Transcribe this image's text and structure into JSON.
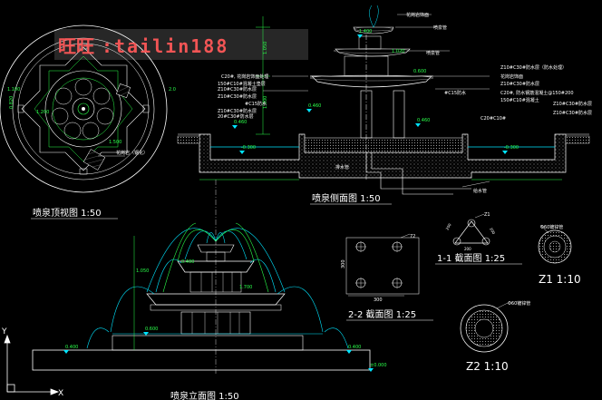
{
  "watermark": {
    "brand": "旺旺",
    "sep": ":",
    "user": "tailin188"
  },
  "views": {
    "top_plan": {
      "title": "喷泉顶视图 1:50",
      "note": "花岗岩（钢化）"
    },
    "side_section": {
      "title": "喷泉侧面图 1:50",
      "notes_left": [
        "C20#, 花岗岩饰面处理",
        "Z10#C30#防水层",
        "Z10#C30#防水层",
        "150#C10#混凝土垫层",
        "Z10#C30#防水层",
        "#C15防水",
        "20#C30#防水层"
      ],
      "notes_right": [
        "Z10#C30#防水层（防水处理）",
        "花岗岩饰面",
        "Z10#C30#防水层",
        "C20#, 防水钢筋混凝土@150#200",
        "150#C10#混凝土",
        "#C15防水",
        "Z10#C30#防水层",
        "C20#C10#",
        "Z10#C30#防水层"
      ],
      "notes_top": [
        "花岗岩饰面",
        "喷泉管",
        "喷泉管"
      ],
      "dims": [
        "1.400",
        "1.020",
        "0.600",
        "0.460",
        "0.460",
        "0.460",
        "-0.300",
        "-0.300",
        "1.050",
        "1.300"
      ]
    },
    "front_elevation": {
      "title": "喷泉立面图 1:50",
      "dims": [
        "1.050",
        "1.700",
        "0.600",
        "0.400",
        "0.400",
        "0.400",
        "±0.000"
      ]
    },
    "section_1": {
      "title": "1-1  截面图 1:25",
      "label": "Z1"
    },
    "section_2": {
      "title": "2-2  截面图 1:25",
      "dims": [
        "72",
        "300",
        "300"
      ]
    },
    "detail_z1": {
      "title": "Z1  1:10",
      "note": "Φ60镀锌管"
    },
    "detail_z2": {
      "title": "Z2  1:10",
      "note": "Φ60镀锌管"
    }
  },
  "axes": {
    "x": "X",
    "y": "Y"
  },
  "colors": {
    "bg": "#000000",
    "white": "#ffffff",
    "cyan": "#00e5ff",
    "green": "#2aff4a",
    "yellow": "#ffff3a",
    "red": "#ff3030",
    "gray": "#9a9a9a",
    "magenta": "#ff3cff",
    "blue": "#4a6cff"
  }
}
